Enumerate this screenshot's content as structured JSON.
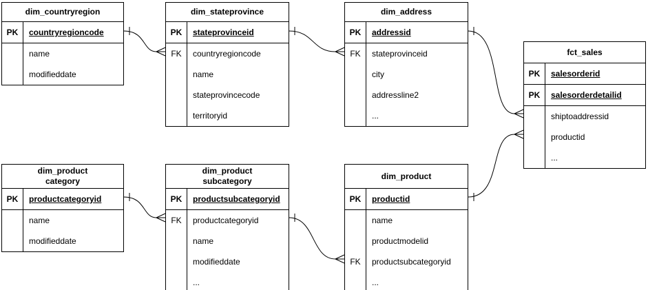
{
  "diagram": {
    "background_color": "#ffffff",
    "line_color": "#000000",
    "text_color": "#000000"
  },
  "tables": [
    {
      "id": "dim_countryregion",
      "title_lines": [
        "dim_countryregion"
      ],
      "rows": [
        {
          "key": "PK",
          "name": "countryregioncode",
          "pk": true
        },
        {
          "key": "",
          "name": "name",
          "pk": false
        },
        {
          "key": "",
          "name": "modifieddate",
          "pk": false
        }
      ]
    },
    {
      "id": "dim_stateprovince",
      "title_lines": [
        "dim_stateprovince"
      ],
      "rows": [
        {
          "key": "PK",
          "name": "stateprovinceid",
          "pk": true
        },
        {
          "key": "FK",
          "name": "countryregioncode",
          "pk": false
        },
        {
          "key": "",
          "name": "name",
          "pk": false
        },
        {
          "key": "",
          "name": "stateprovincecode",
          "pk": false
        },
        {
          "key": "",
          "name": "territoryid",
          "pk": false
        }
      ]
    },
    {
      "id": "dim_address",
      "title_lines": [
        "dim_address"
      ],
      "rows": [
        {
          "key": "PK",
          "name": "addressid",
          "pk": true
        },
        {
          "key": "FK",
          "name": "stateprovinceid",
          "pk": false
        },
        {
          "key": "",
          "name": "city",
          "pk": false
        },
        {
          "key": "",
          "name": "addressline2",
          "pk": false
        },
        {
          "key": "",
          "name": "...",
          "pk": false
        }
      ]
    },
    {
      "id": "fct_sales",
      "title_lines": [
        "fct_sales"
      ],
      "rows": [
        {
          "key": "PK",
          "name": "salesorderid",
          "pk": true
        },
        {
          "key": "PK",
          "name": "salesorderdetailid",
          "pk": true
        },
        {
          "key": "",
          "name": "shiptoaddressid",
          "pk": false
        },
        {
          "key": "",
          "name": "productid",
          "pk": false
        },
        {
          "key": "",
          "name": "...",
          "pk": false
        }
      ]
    },
    {
      "id": "dim_productcategory",
      "title_lines": [
        "dim_product",
        "category"
      ],
      "rows": [
        {
          "key": "PK",
          "name": "productcategoryid",
          "pk": true
        },
        {
          "key": "",
          "name": "name",
          "pk": false
        },
        {
          "key": "",
          "name": "modifieddate",
          "pk": false
        }
      ]
    },
    {
      "id": "dim_productsubcategory",
      "title_lines": [
        "dim_product",
        "subcategory"
      ],
      "rows": [
        {
          "key": "PK",
          "name": "productsubcategoryid",
          "pk": true
        },
        {
          "key": "FK",
          "name": "productcategoryid",
          "pk": false
        },
        {
          "key": "",
          "name": "name",
          "pk": false
        },
        {
          "key": "",
          "name": "modifieddate",
          "pk": false
        },
        {
          "key": "",
          "name": "...",
          "pk": false
        }
      ]
    },
    {
      "id": "dim_product",
      "title_lines": [
        "dim_product"
      ],
      "rows": [
        {
          "key": "PK",
          "name": "productid",
          "pk": true
        },
        {
          "key": "",
          "name": "name",
          "pk": false
        },
        {
          "key": "",
          "name": "productmodelid",
          "pk": false
        },
        {
          "key": "FK",
          "name": "productsubcategoryid",
          "pk": false
        },
        {
          "key": "",
          "name": "...",
          "pk": false
        }
      ]
    }
  ],
  "relationships": [
    {
      "from": "dim_countryregion",
      "to": "dim_stateprovince",
      "from_cardinality": "one",
      "to_cardinality": "many"
    },
    {
      "from": "dim_stateprovince",
      "to": "dim_address",
      "from_cardinality": "one",
      "to_cardinality": "many"
    },
    {
      "from": "dim_address",
      "to": "fct_sales",
      "from_cardinality": "one",
      "to_cardinality": "many"
    },
    {
      "from": "dim_product",
      "to": "fct_sales",
      "from_cardinality": "one",
      "to_cardinality": "many"
    },
    {
      "from": "dim_productcategory",
      "to": "dim_productsubcategory",
      "from_cardinality": "one",
      "to_cardinality": "many"
    },
    {
      "from": "dim_productsubcategory",
      "to": "dim_product",
      "from_cardinality": "one",
      "to_cardinality": "many"
    }
  ]
}
